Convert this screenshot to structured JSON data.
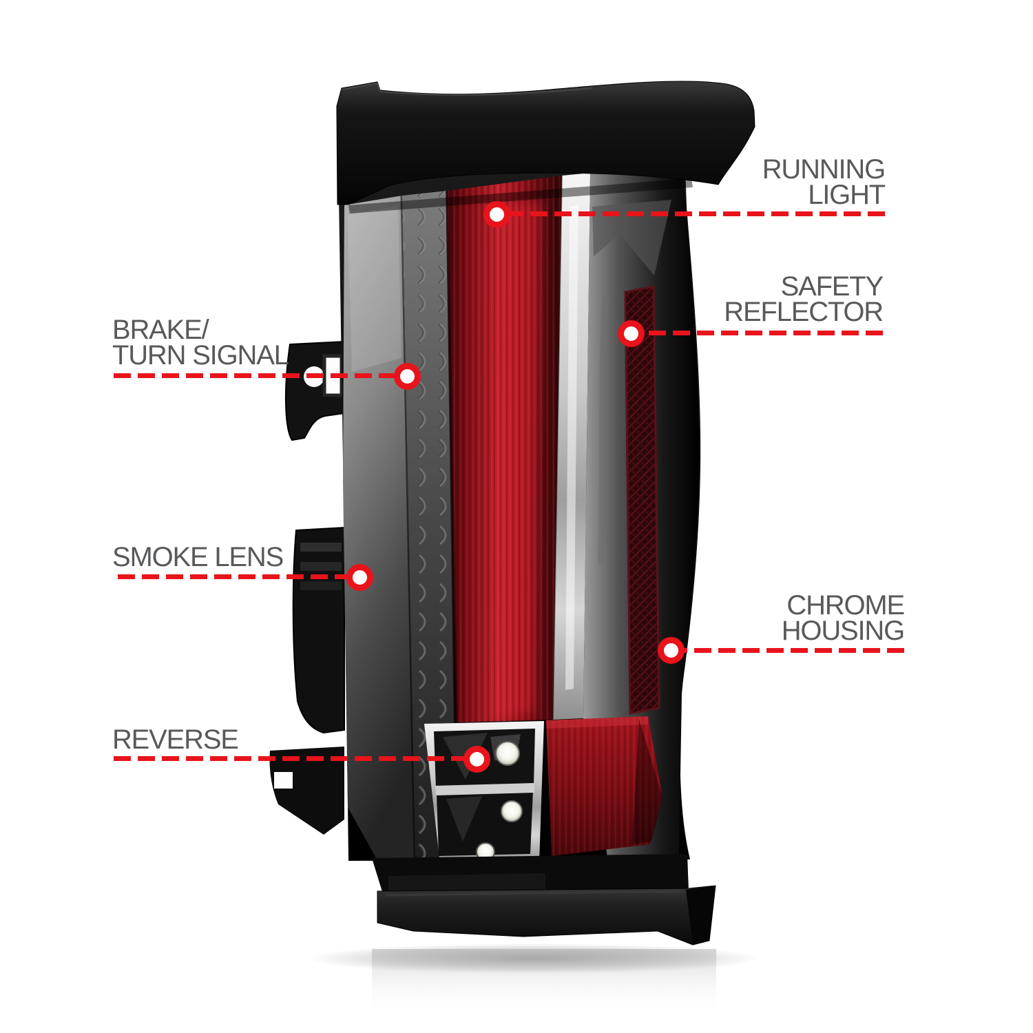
{
  "page": {
    "background_color": "#ffffff"
  },
  "style": {
    "label_color": "#58595b",
    "leader_color": "#e8131b",
    "dot_fill": "#ffffff"
  },
  "illustration": {
    "subject": "smoked-lens LED tail light with chrome housing, shown upright on black mounting base",
    "colors": {
      "housing_black": "#0a0a0a",
      "brake_lens_red": "#b3161f",
      "reflector_dark_red": "#2c070a",
      "chrome": "#cfcfcf",
      "smoke_gray": "#555555"
    }
  },
  "callouts": [
    {
      "id": "running-light",
      "lines": [
        "RUNNING",
        "LIGHT"
      ]
    },
    {
      "id": "safety-reflector",
      "lines": [
        "SAFETY",
        "REFLECTOR"
      ]
    },
    {
      "id": "brake-turn-signal",
      "lines": [
        "BRAKE/",
        "TURN SIGNAL"
      ]
    },
    {
      "id": "smoke-lens",
      "lines": [
        "SMOKE LENS"
      ]
    },
    {
      "id": "chrome-housing",
      "lines": [
        "CHROME",
        "HOUSING"
      ]
    },
    {
      "id": "reverse",
      "lines": [
        "REVERSE"
      ]
    }
  ]
}
